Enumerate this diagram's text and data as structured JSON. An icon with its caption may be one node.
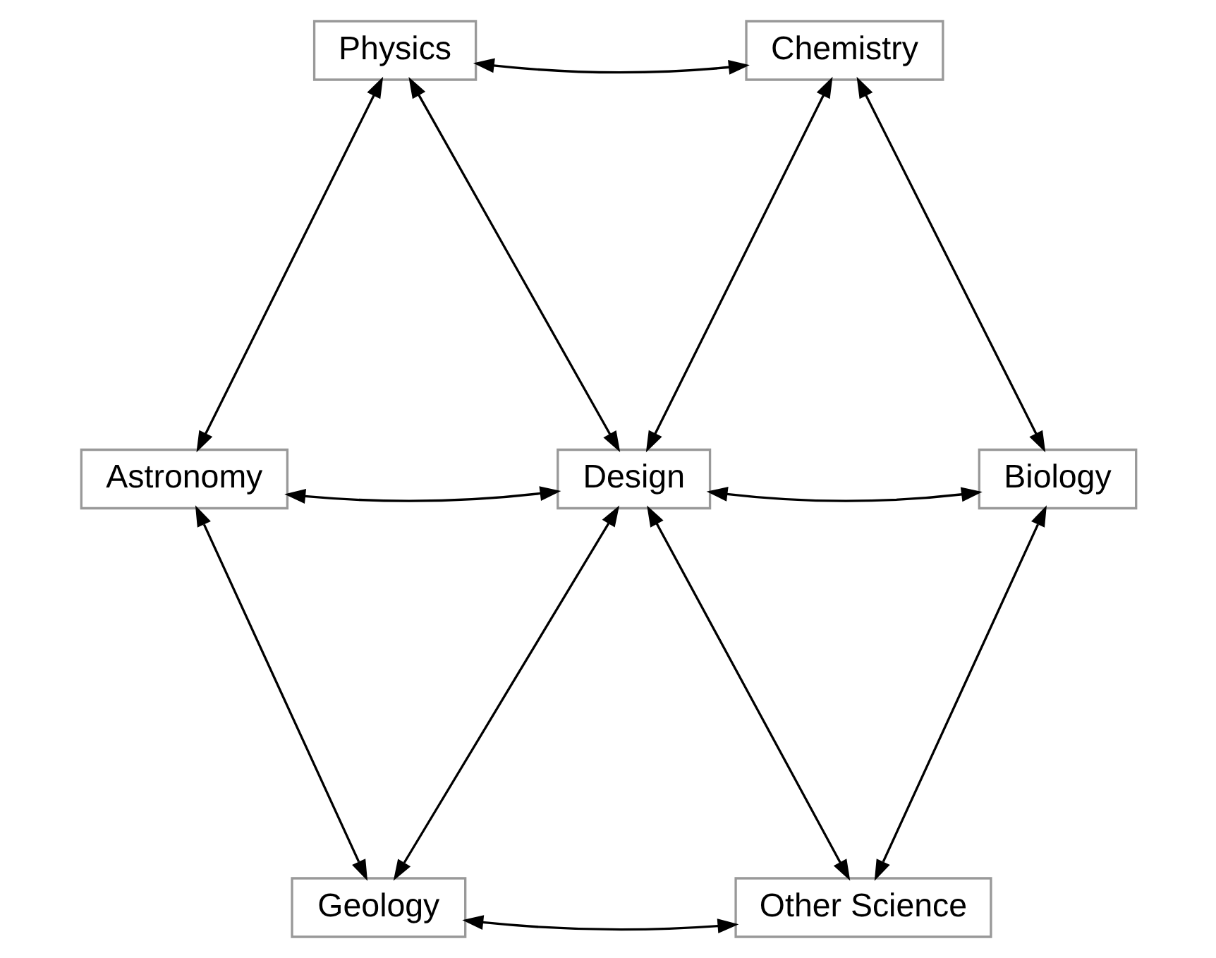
{
  "diagram": {
    "nodes": [
      {
        "text": [
          "Physics"
        ]
      },
      {
        "text": [
          "Chemistry"
        ]
      },
      {
        "text": [
          "Astronomy"
        ]
      },
      {
        "text": [
          "Design"
        ]
      },
      {
        "text": [
          "Biology"
        ]
      },
      {
        "text": [
          "Geology"
        ]
      },
      {
        "text": [
          "Other Science"
        ]
      }
    ],
    "edges": [
      {
        "from": 0,
        "to": 1,
        "arrow": "both"
      },
      {
        "from": 0,
        "to": 2,
        "arrow": "both"
      },
      {
        "from": 0,
        "to": 3,
        "arrow": "both"
      },
      {
        "from": 1,
        "to": 3,
        "arrow": "both"
      },
      {
        "from": 1,
        "to": 4,
        "arrow": "both"
      },
      {
        "from": 2,
        "to": 3,
        "arrow": "both"
      },
      {
        "from": 3,
        "to": 4,
        "arrow": "both"
      },
      {
        "from": 2,
        "to": 5,
        "arrow": "both"
      },
      {
        "from": 3,
        "to": 5,
        "arrow": "both"
      },
      {
        "from": 3,
        "to": 6,
        "arrow": "both"
      },
      {
        "from": 4,
        "to": 6,
        "arrow": "both"
      },
      {
        "from": 5,
        "to": 6,
        "arrow": "both"
      }
    ]
  }
}
